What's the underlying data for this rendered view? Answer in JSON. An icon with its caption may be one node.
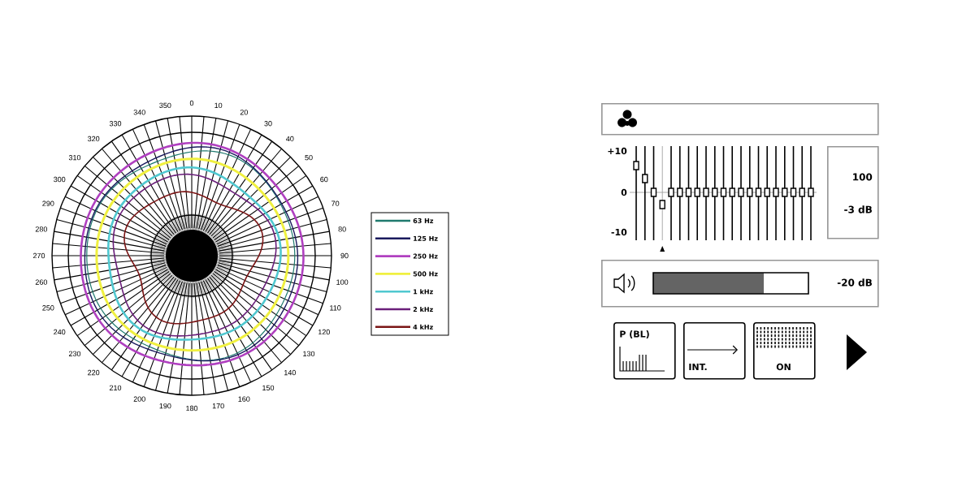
{
  "diagram": {
    "nodes": [
      {
        "text": [],
        "shape": "box"
      },
      {
        "text": [
          "100",
          "-3 dB"
        ]
      },
      {
        "text": [
          "-20 dB"
        ]
      },
      {
        "text": [
          "P (BL)"
        ]
      },
      {
        "text": [
          "INT."
        ]
      },
      {
        "text": [
          "ON"
        ]
      }
    ],
    "labels": [
      "0",
      "10",
      "20",
      "30",
      "40",
      "50",
      "60",
      "70",
      "80",
      "90",
      "100",
      "110",
      "120",
      "130",
      "140",
      "150",
      "160",
      "170",
      "180",
      "190",
      "200",
      "210",
      "220",
      "230",
      "240",
      "250",
      "260",
      "270",
      "280",
      "290",
      "300",
      "310",
      "320",
      "330",
      "340",
      "350",
      "+10",
      "0",
      "-10"
    ],
    "legend": [
      {
        "text": "63 Hz",
        "color": "#1f7a6e"
      },
      {
        "text": "125 Hz",
        "color": "#1a1a5e"
      },
      {
        "text": "250 Hz",
        "color": "#b040c0"
      },
      {
        "text": "500 Hz",
        "color": "#f0f040"
      },
      {
        "text": "1 kHz",
        "color": "#50c8d0"
      },
      {
        "text": "2 kHz",
        "color": "#6a1f7a"
      },
      {
        "text": "4 kHz",
        "color": "#7a1515"
      }
    ]
  }
}
